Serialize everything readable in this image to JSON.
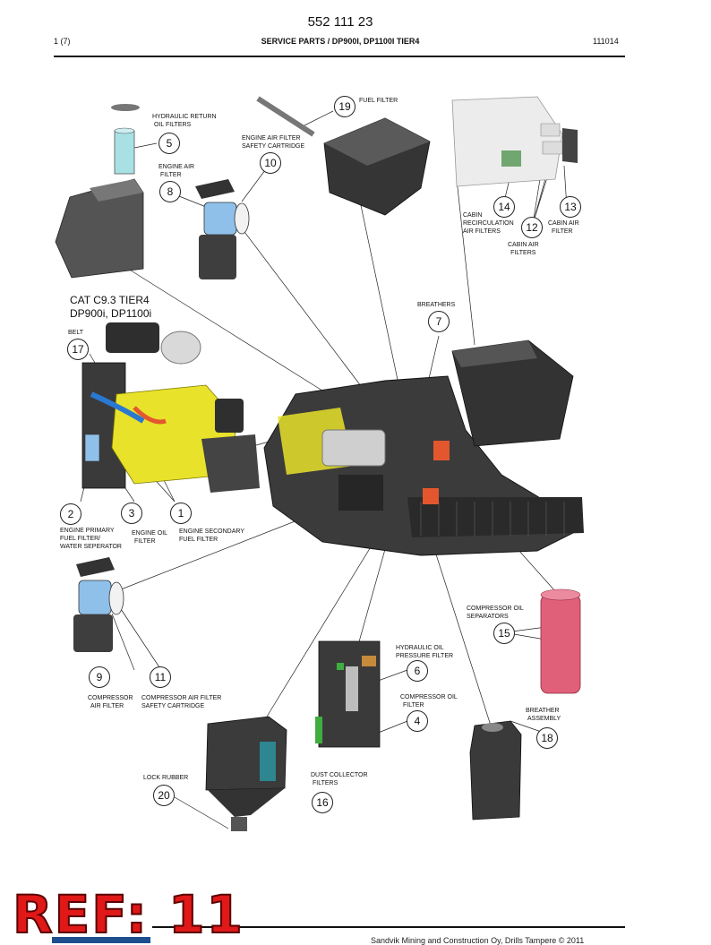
{
  "header": {
    "doc_number": "552 111 23",
    "page": "1 (7)",
    "title": "SERVICE PARTS / DP900I, DP1100I TIER4",
    "date": "111014"
  },
  "engine_heading": {
    "line1": "CAT C9.3 TIER4",
    "line2": "DP900i, DP1100i"
  },
  "labels": {
    "fuel_filter": "FUEL  FILTER",
    "hyd_return_1": "HYDRAULIC RETURN",
    "hyd_return_2": "OIL FILTERS",
    "eng_air_safety_1": "ENGINE AIR FILTER",
    "eng_air_safety_2": "SAFETY CARTRIDGE",
    "eng_air_1": "ENGINE AIR",
    "eng_air_2": "FILTER",
    "cabin_recirc_1": "CABIN",
    "cabin_recirc_2": "RECIRCULATION",
    "cabin_recirc_3": "AIR FILTERS",
    "cabin_air_1": "CABIN AIR",
    "cabin_air_2": "FILTER",
    "cabin_airs_1": "CABIN AIR",
    "cabin_airs_2": "FILTERS",
    "breathers": "BREATHERS",
    "belt": "BELT",
    "eng_primary_1": "ENGINE PRIMARY",
    "eng_primary_2": "FUEL FILTER/",
    "eng_primary_3": "WATER SEPERATOR",
    "eng_oil_1": "ENGINE OIL",
    "eng_oil_2": "FILTER",
    "eng_secondary_1": "ENGINE SECONDARY",
    "eng_secondary_2": "FUEL FILTER",
    "comp_oil_sep_1": "COMPRESSOR OIL",
    "comp_oil_sep_2": "SEPARATORS",
    "hyd_pressure_1": "HYDRAULIC OIL",
    "hyd_pressure_2": "PRESSURE FILTER",
    "comp_oil_1": "COMPRESSOR OIL",
    "comp_oil_2": "FILTER",
    "comp_air_1": "COMPRESSOR",
    "comp_air_2": "AIR  FILTER",
    "comp_air_safety_1": "COMPRESSOR AIR FILTER",
    "comp_air_safety_2": "SAFETY CARTRIDGE",
    "breather_assy_1": "BREATHER",
    "breather_assy_2": "ASSEMBLY",
    "lock_rubber": "LOCK RUBBER",
    "dust_collector_1": "DUST COLLECTOR",
    "dust_collector_2": "FILTERS"
  },
  "callouts": {
    "c1": "1",
    "c2": "2",
    "c3": "3",
    "c4": "4",
    "c5": "5",
    "c6": "6",
    "c7": "7",
    "c8": "8",
    "c9": "9",
    "c10": "10",
    "c11": "11",
    "c12": "12",
    "c13": "13",
    "c14": "14",
    "c15": "15",
    "c16": "16",
    "c17": "17",
    "c18": "18",
    "c19": "19",
    "c20": "20"
  },
  "footer": {
    "ref_stamp": "REF: 11",
    "copyright": "Sandvik Mining and Construction Oy, Drills Tampere © 2011"
  },
  "colors": {
    "engine_yellow": "#e8e22a",
    "filter_blue": "#8fc0ea",
    "compressor_red": "#e0607a",
    "accent_orange": "#e4572e",
    "machine_gray": "#3a3a3a",
    "ref_red": "#e01818"
  }
}
